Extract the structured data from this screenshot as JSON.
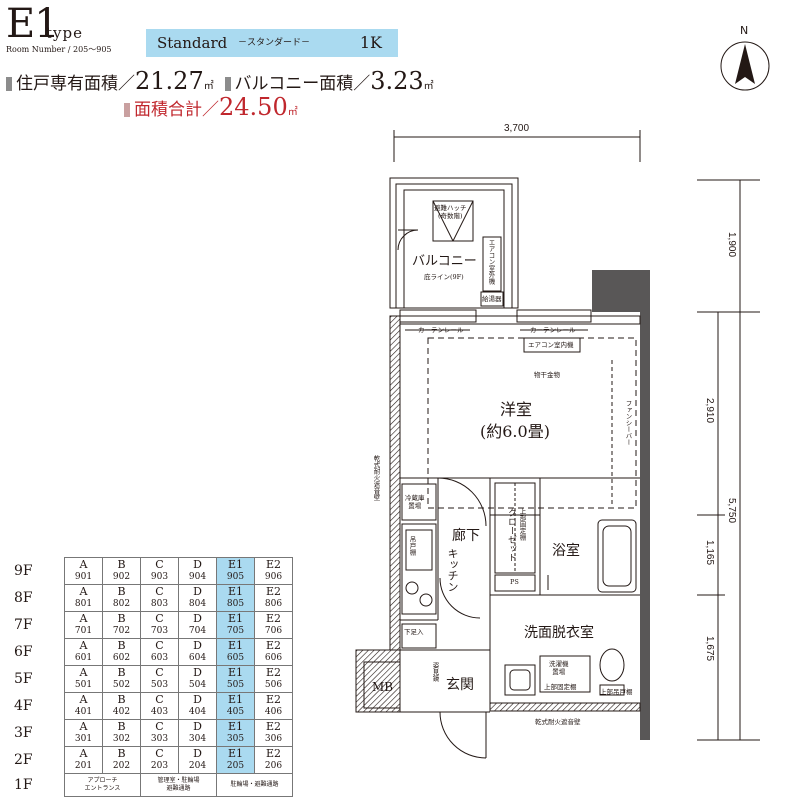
{
  "header": {
    "type_code": "E1",
    "type_suffix": "type",
    "room_number": "Room Number / 205〜905",
    "standard_label": "Standard",
    "standard_sub": "－スタンダード－",
    "layout": "1K",
    "private_area_label": "住戸専有面積／",
    "private_area_value": "21.27",
    "balcony_area_label": "バルコニー面積／",
    "balcony_area_value": "3.23",
    "total_area_label": "面積合計／",
    "total_area_value": "24.50",
    "area_unit": "㎡"
  },
  "compass": {
    "label": "N"
  },
  "dimensions": {
    "width_top": "3,700",
    "right_1": "1,900",
    "right_2": "2,910",
    "right_total": "5,750",
    "right_3": "1,165",
    "right_4": "1,675"
  },
  "rooms": {
    "balcony": "バルコニー",
    "eave_line": "庇ライン(9F)",
    "evac_hatch": "避難ハッチ\n(奇数階)",
    "ac_outdoor": "エアコン室外機",
    "water_heater": "給湯器",
    "curtain_rail_1": "カーテンレール",
    "curtain_rail_2": "カーテンレール",
    "ac_indoor": "エアコン室内機",
    "laundry_hanger": "物干金物",
    "western_room": "洋室",
    "western_size": "(約6.0畳)",
    "fan_louver": "ファンシーバー",
    "fire_wall_left": "乾式耐火遮音壁",
    "fire_wall_bottom": "乾式耐火遮音壁",
    "fridge": "冷蔵庫\n置場",
    "range_hood": "吊戸棚",
    "hallway": "廊下",
    "kitchen": "キッチン",
    "closet": "クローゼット",
    "upper_shelf": "上部固定棚",
    "ps": "PS",
    "bathroom": "浴室",
    "washroom": "洗面脱衣室",
    "shoe_cabinet": "下足入",
    "mb": "MB",
    "mirror": "姿見鏡",
    "entrance": "玄関",
    "washer": "洗濯機\n置場",
    "upper_shelf_2": "上部固定棚",
    "upper_cabinet": "上部吊戸棚"
  },
  "floor_table": {
    "rows": [
      {
        "floor": "9F",
        "units": [
          [
            "A",
            "901"
          ],
          [
            "B",
            "902"
          ],
          [
            "C",
            "903"
          ],
          [
            "D",
            "904"
          ],
          [
            "E1",
            "905"
          ],
          [
            "E2",
            "906"
          ]
        ]
      },
      {
        "floor": "8F",
        "units": [
          [
            "A",
            "801"
          ],
          [
            "B",
            "802"
          ],
          [
            "C",
            "803"
          ],
          [
            "D",
            "804"
          ],
          [
            "E1",
            "805"
          ],
          [
            "E2",
            "806"
          ]
        ]
      },
      {
        "floor": "7F",
        "units": [
          [
            "A",
            "701"
          ],
          [
            "B",
            "702"
          ],
          [
            "C",
            "703"
          ],
          [
            "D",
            "704"
          ],
          [
            "E1",
            "705"
          ],
          [
            "E2",
            "706"
          ]
        ]
      },
      {
        "floor": "6F",
        "units": [
          [
            "A",
            "601"
          ],
          [
            "B",
            "602"
          ],
          [
            "C",
            "603"
          ],
          [
            "D",
            "604"
          ],
          [
            "E1",
            "605"
          ],
          [
            "E2",
            "606"
          ]
        ]
      },
      {
        "floor": "5F",
        "units": [
          [
            "A",
            "501"
          ],
          [
            "B",
            "502"
          ],
          [
            "C",
            "503"
          ],
          [
            "D",
            "504"
          ],
          [
            "E1",
            "505"
          ],
          [
            "E2",
            "506"
          ]
        ]
      },
      {
        "floor": "4F",
        "units": [
          [
            "A",
            "401"
          ],
          [
            "B",
            "402"
          ],
          [
            "C",
            "403"
          ],
          [
            "D",
            "404"
          ],
          [
            "E1",
            "405"
          ],
          [
            "E2",
            "406"
          ]
        ]
      },
      {
        "floor": "3F",
        "units": [
          [
            "A",
            "301"
          ],
          [
            "B",
            "302"
          ],
          [
            "C",
            "303"
          ],
          [
            "D",
            "304"
          ],
          [
            "E1",
            "305"
          ],
          [
            "E2",
            "306"
          ]
        ]
      },
      {
        "floor": "2F",
        "units": [
          [
            "A",
            "201"
          ],
          [
            "B",
            "202"
          ],
          [
            "C",
            "203"
          ],
          [
            "D",
            "204"
          ],
          [
            "E1",
            "205"
          ],
          [
            "E2",
            "206"
          ]
        ]
      }
    ],
    "highlight_column": 4,
    "first_floor": {
      "floor": "1F",
      "notes": [
        "アプローチ\nエントランス",
        "管理室・駐輪場\n避難通路",
        "駐輪場・避難通路"
      ]
    }
  },
  "colors": {
    "highlight": "#aadaf0",
    "total_red": "#c0272d",
    "wall": "#595757"
  }
}
